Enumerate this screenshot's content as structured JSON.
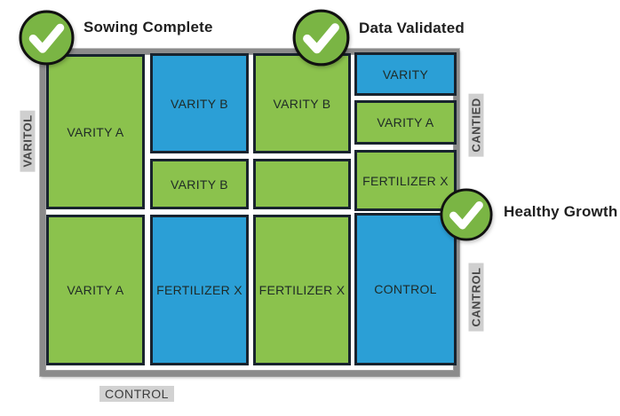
{
  "diagram": {
    "badges": [
      {
        "icon": "check-icon",
        "label": "Sowing Complete"
      },
      {
        "icon": "check-icon",
        "label": "Data Validated"
      },
      {
        "icon": "check-icon",
        "label": "Healthy Growth"
      }
    ],
    "edge_labels": {
      "left": "VARITOL",
      "right_top": "CANTIED",
      "right_bottom": "CANTROL",
      "bottom": "CONTROL"
    },
    "plots": [
      {
        "label": "VARITY A",
        "color": "green"
      },
      {
        "label": "VARITY B",
        "color": "blue"
      },
      {
        "label": "VARITY B",
        "color": "green"
      },
      {
        "label": "VARITY B",
        "color": "green"
      },
      {
        "label": "",
        "color": "green"
      },
      {
        "label": "VARITY",
        "color": "blue"
      },
      {
        "label": "VARITY A",
        "color": "green"
      },
      {
        "label": "FERTILIZER X",
        "color": "green"
      },
      {
        "label": "VARITY A",
        "color": "green"
      },
      {
        "label": "FERTILIZER X",
        "color": "blue"
      },
      {
        "label": "FERTILIZER X",
        "color": "green"
      },
      {
        "label": "CONTROL",
        "color": "blue"
      }
    ]
  },
  "colors": {
    "green": "#8BC24D",
    "blue": "#2B9FD6",
    "badge_green": "#7AB544",
    "plot_border": "#18232E",
    "frame_gray": "#8B8B8B",
    "label_bg": "#CFCFCF",
    "text_dark": "#1F1F1F"
  }
}
